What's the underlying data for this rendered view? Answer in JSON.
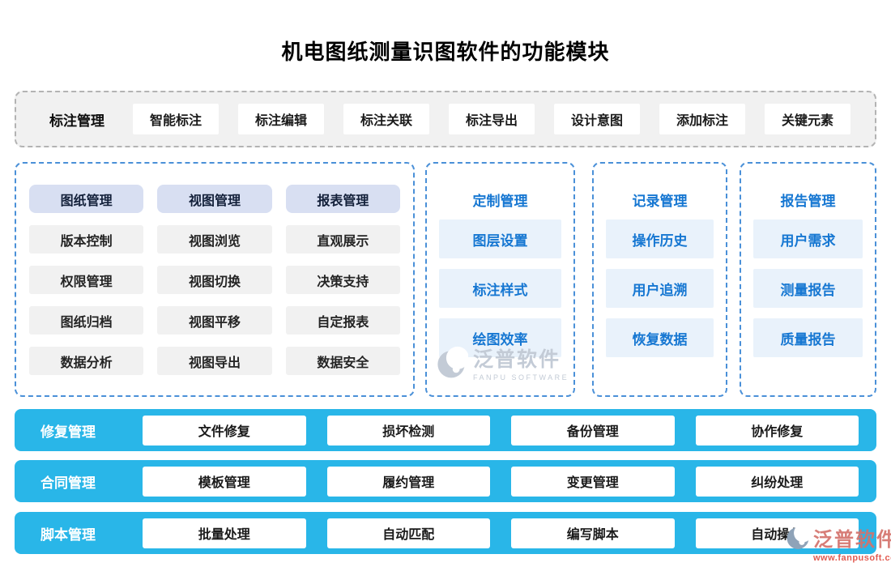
{
  "title": "机电图纸测量识图软件的功能模块",
  "annotation_row": {
    "label": "标注管理",
    "buttons": [
      "智能标注",
      "标注编辑",
      "标注关联",
      "标注导出",
      "设计意图",
      "添加标注",
      "关键元素"
    ]
  },
  "matrix_panel": {
    "columns": [
      {
        "header": "图纸管理",
        "items": [
          "版本控制",
          "权限管理",
          "图纸归档",
          "数据分析"
        ]
      },
      {
        "header": "视图管理",
        "items": [
          "视图浏览",
          "视图切换",
          "视图平移",
          "视图导出"
        ]
      },
      {
        "header": "报表管理",
        "items": [
          "直观展示",
          "决策支持",
          "自定报表",
          "数据安全"
        ]
      }
    ]
  },
  "blue_panels": [
    {
      "title": "定制管理",
      "items": [
        "图层设置",
        "标注样式",
        "绘图效率"
      ]
    },
    {
      "title": "记录管理",
      "items": [
        "操作历史",
        "用户追溯",
        "恢复数据"
      ]
    },
    {
      "title": "报告管理",
      "items": [
        "用户需求",
        "测量报告",
        "质量报告"
      ]
    }
  ],
  "bottom_bars": [
    {
      "label": "修复管理",
      "buttons": [
        "文件修复",
        "损坏检测",
        "备份管理",
        "协作修复"
      ]
    },
    {
      "label": "合同管理",
      "buttons": [
        "模板管理",
        "履约管理",
        "变更管理",
        "纠纷处理"
      ]
    },
    {
      "label": "脚本管理",
      "buttons": [
        "批量处理",
        "自动匹配",
        "编写脚本",
        "自动操作"
      ]
    }
  ],
  "watermarks": {
    "center": {
      "name": "泛普软件",
      "sub": "FANPU SOFTWARE"
    },
    "corner": {
      "name": "泛普软件",
      "url": "www.fanpusoft.com"
    }
  },
  "colors": {
    "bar_cyan": "#29b6e8",
    "panel_border_blue": "#4a90d8",
    "blue_text": "#1677d2",
    "blue_item_bg": "#e9f2fb",
    "header_lavender": "#d8dff2",
    "gray_bg": "#f1f1f1",
    "watermark_gray": "#c3cbd6",
    "watermark_red": "#e25c52"
  }
}
